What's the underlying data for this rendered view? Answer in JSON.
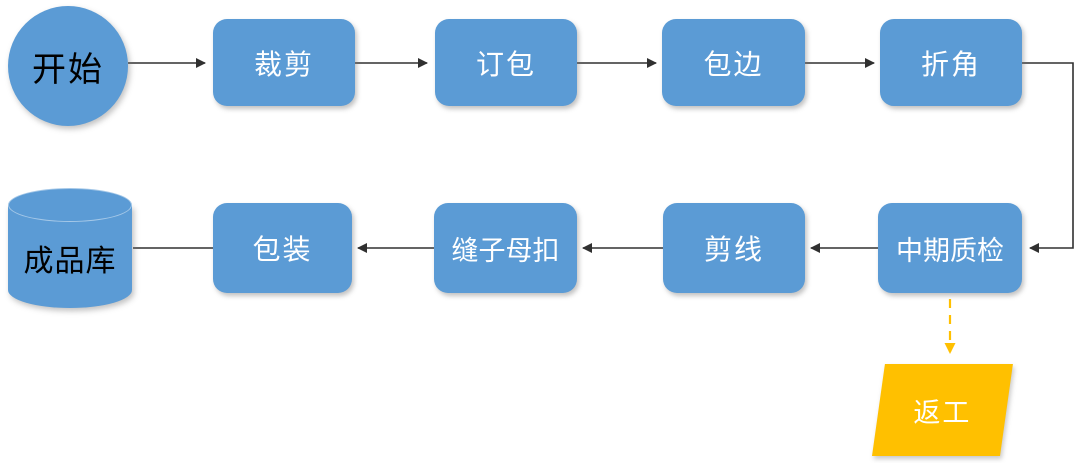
{
  "diagram": {
    "type": "flowchart",
    "colors": {
      "node_fill": "#5B9BD5",
      "rework_fill": "#FFC000",
      "connector": "#303030",
      "rework_connector": "#FFC000",
      "process_text": "#FFFFFF",
      "terminal_text": "#000000"
    },
    "nodes": {
      "start": {
        "label": "开始",
        "shape": "circle"
      },
      "caijian": {
        "label": "裁剪",
        "shape": "rounded-rect"
      },
      "dingbao": {
        "label": "订包",
        "shape": "rounded-rect"
      },
      "baobian": {
        "label": "包边",
        "shape": "rounded-rect"
      },
      "zhejiao": {
        "label": "折角",
        "shape": "rounded-rect"
      },
      "zhijian": {
        "label": "中期质检",
        "shape": "rounded-rect"
      },
      "jianxian": {
        "label": "剪线",
        "shape": "rounded-rect"
      },
      "fengkou": {
        "label": "缝子母扣",
        "shape": "rounded-rect"
      },
      "baozhuang": {
        "label": "包装",
        "shape": "rounded-rect"
      },
      "warehouse": {
        "label": "成品库",
        "shape": "cylinder"
      },
      "rework": {
        "label": "返工",
        "shape": "parallelogram"
      }
    },
    "edges": [
      {
        "from": "开始",
        "to": "裁剪",
        "style": "solid-arrow"
      },
      {
        "from": "裁剪",
        "to": "订包",
        "style": "solid-arrow"
      },
      {
        "from": "订包",
        "to": "包边",
        "style": "solid-arrow"
      },
      {
        "from": "包边",
        "to": "折角",
        "style": "solid-arrow"
      },
      {
        "from": "折角",
        "to": "中期质检",
        "style": "solid-arrow-elbow"
      },
      {
        "from": "中期质检",
        "to": "剪线",
        "style": "solid-arrow"
      },
      {
        "from": "剪线",
        "to": "缝子母扣",
        "style": "solid-arrow"
      },
      {
        "from": "缝子母扣",
        "to": "包装",
        "style": "solid-arrow"
      },
      {
        "from": "包装",
        "to": "成品库",
        "style": "plain-line"
      },
      {
        "from": "中期质检",
        "to": "返工",
        "style": "dashed-gold-arrow"
      }
    ]
  }
}
